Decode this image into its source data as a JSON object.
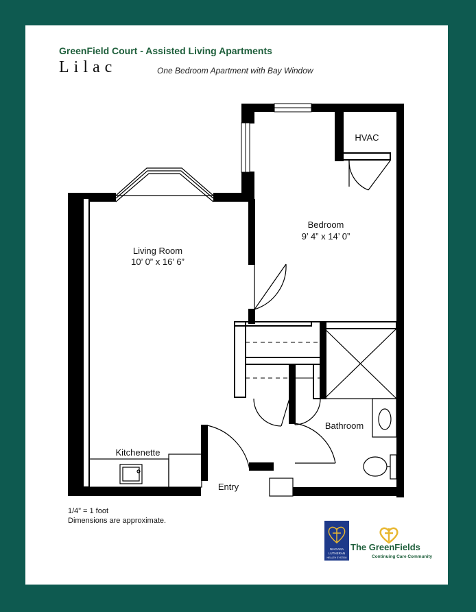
{
  "header": {
    "title": "GreenField Court - Assisted Living Apartments",
    "plan_name": "Lilac",
    "subtitle": "One Bedroom Apartment with Bay Window"
  },
  "rooms": {
    "living_room": {
      "name": "Living Room",
      "dimensions": "10’ 0” x 16’ 6”"
    },
    "bedroom": {
      "name": "Bedroom",
      "dimensions": "9’ 4” x 14’ 0”"
    },
    "hvac": "HVAC",
    "kitchenette": "Kitchenette",
    "bathroom": "Bathroom",
    "entry": "Entry"
  },
  "notes": {
    "scale": "1/4” = 1 foot",
    "disclaimer": "Dimensions are approximate."
  },
  "logos": {
    "niagara_lutheran": "NIAGARA LUTHERAN HEALTH SYSTEM",
    "greenfields_name": "The GreenFields",
    "greenfields_tagline": "Continuing Care Community"
  },
  "colors": {
    "border": "#0e5a50",
    "heading_green": "#1d5e3a",
    "logo_blue": "#1e3a8a",
    "logo_gold": "#e8b730"
  }
}
